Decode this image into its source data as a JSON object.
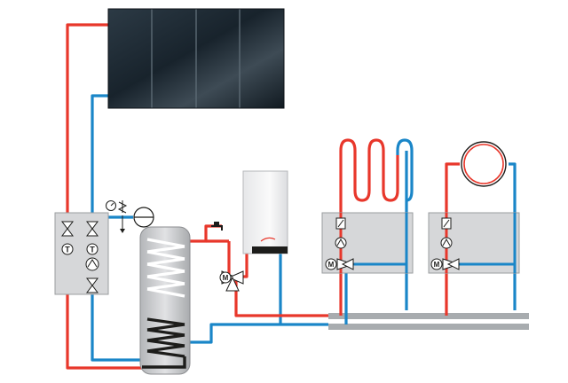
{
  "diagram": {
    "colors": {
      "supply_pipe": "#e8372b",
      "return_pipe": "#1a86c8",
      "gray_pipe": "#a8acaf",
      "module_fill": "#d6d7d9",
      "panel_dark": "#1f2a33",
      "boiler_body": "#f2f3f4",
      "tank_body": "#c9cacc",
      "coil": "#ffffff",
      "coil_dark": "#1d1d1b"
    },
    "components": [
      {
        "id": "solar-collector",
        "icon": "solar-panel-array",
        "panels": 4
      },
      {
        "id": "solar-pump-station",
        "icon": "pump-station"
      },
      {
        "id": "expansion-vessel",
        "icon": "expansion-vessel"
      },
      {
        "id": "storage-tank",
        "icon": "dual-coil-storage-tank"
      },
      {
        "id": "wall-boiler",
        "icon": "wall-hung-boiler"
      },
      {
        "id": "dhw-tap",
        "icon": "tap"
      },
      {
        "id": "mixing-valve",
        "icon": "motorized-3-way-valve",
        "label": "M"
      },
      {
        "id": "underfloor-circuit",
        "icon": "underfloor-heating-coil"
      },
      {
        "id": "radiator-circuit",
        "icon": "radiator"
      },
      {
        "id": "heating-module-1",
        "icon": "pump-mixer-module",
        "label": "M"
      },
      {
        "id": "heating-module-2",
        "icon": "pump-mixer-module",
        "label": "M"
      }
    ],
    "valve_labels": {
      "thermometer": "T",
      "motor": "M"
    }
  }
}
